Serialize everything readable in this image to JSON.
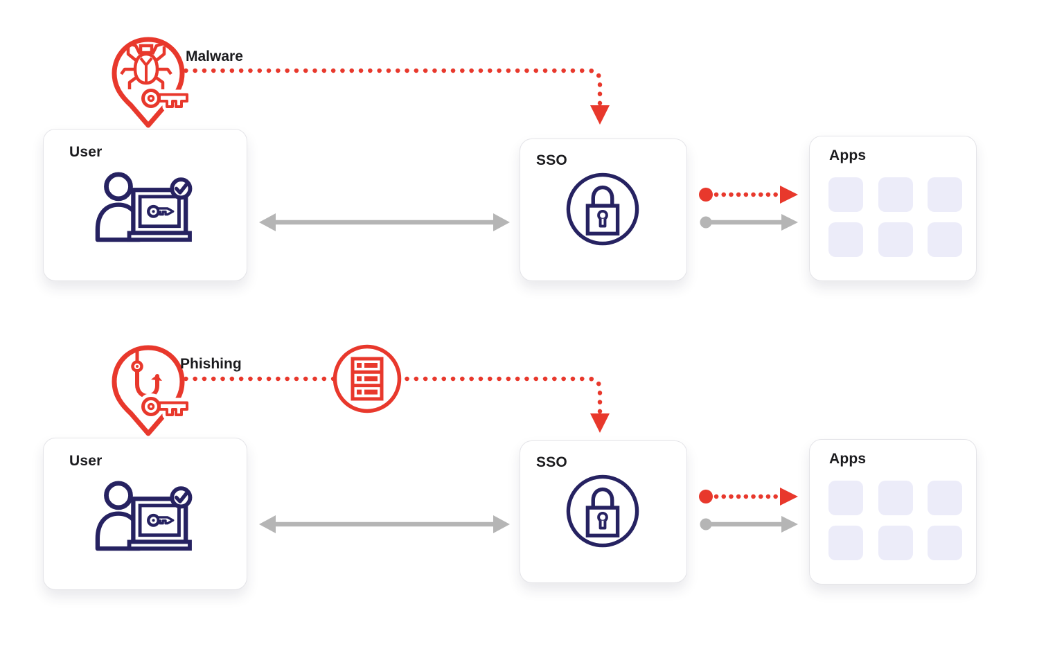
{
  "diagram": {
    "type": "sso-threat-flow-diagram",
    "rows": [
      {
        "threat": {
          "label": "Malware",
          "icon": "bug-pin-with-key-icon"
        },
        "user_box": {
          "label": "User",
          "icon": "person-laptop-key-check-icon"
        },
        "sso_box": {
          "label": "SSO",
          "icon": "padlock-circle-icon"
        },
        "apps_box": {
          "label": "Apps",
          "tile_count": 6
        },
        "interceptor_icon": null
      },
      {
        "threat": {
          "label": "Phishing",
          "icon": "fishhook-pin-with-key-icon"
        },
        "user_box": {
          "label": "User",
          "icon": "person-laptop-key-check-icon"
        },
        "sso_box": {
          "label": "SSO",
          "icon": "padlock-circle-icon"
        },
        "apps_box": {
          "label": "Apps",
          "tile_count": 6
        },
        "interceptor_icon": "server-circle-icon"
      }
    ],
    "colors": {
      "attack_red": "#E8382C",
      "neutral_gray": "#B5B5B5",
      "icon_navy": "#262261",
      "app_tile": "#ECECF9",
      "label_text": "#1B1B1E"
    }
  }
}
